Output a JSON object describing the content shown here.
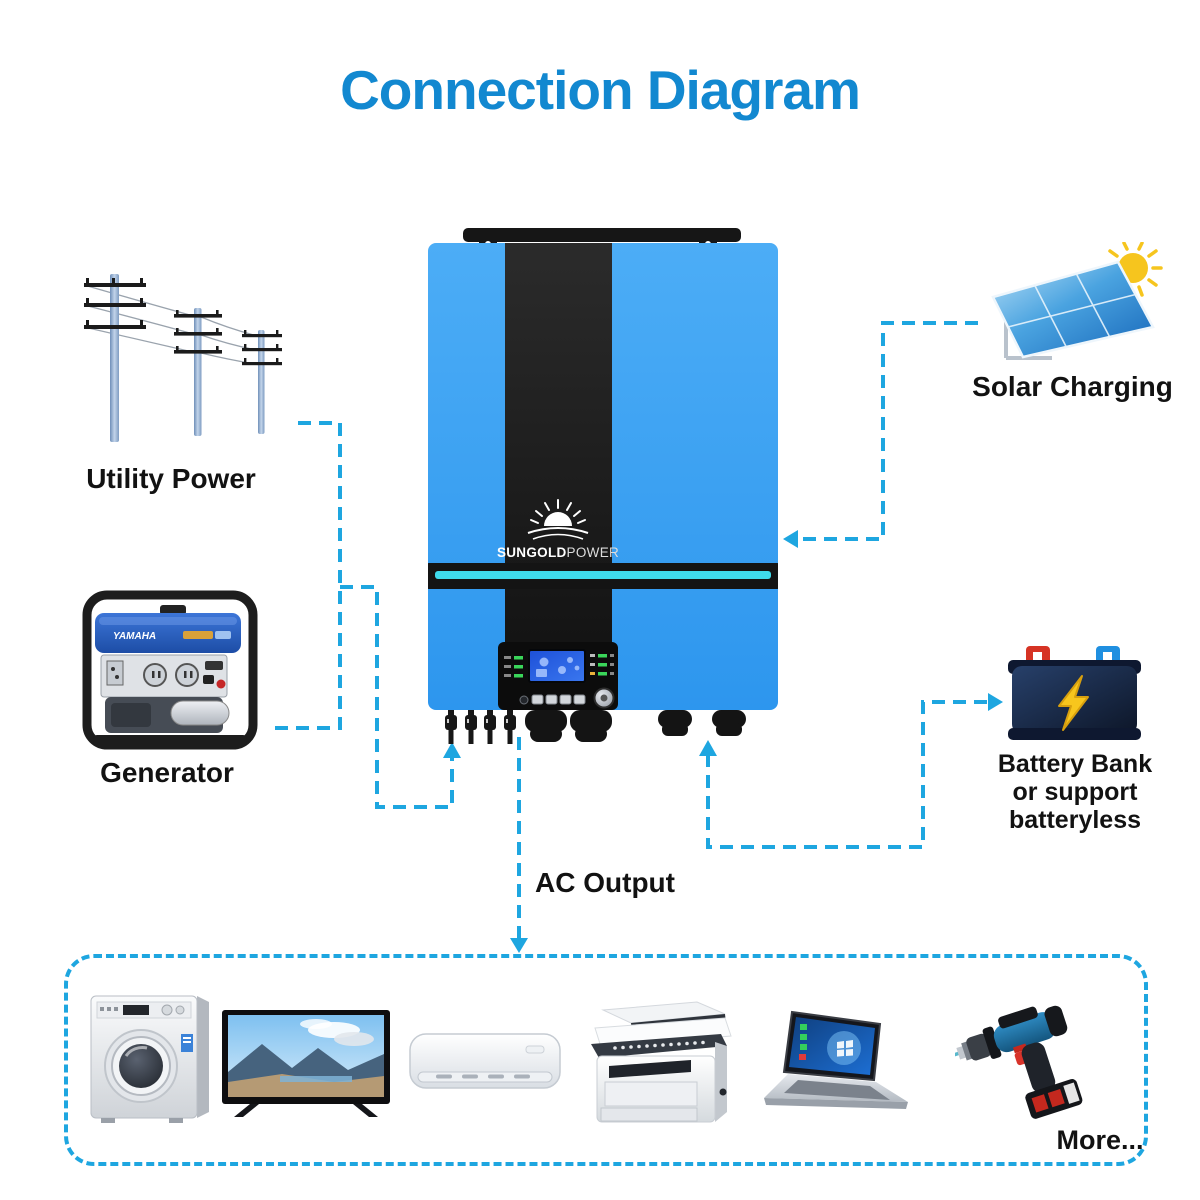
{
  "title": "Connection Diagram",
  "inverter": {
    "brand_bold": "SUNGOLD",
    "brand_light": "POWER"
  },
  "nodes": {
    "utility": {
      "label": "Utility Power"
    },
    "generator": {
      "label": "Generator",
      "brand": "YAMAHA"
    },
    "solar": {
      "label": "Solar Charging"
    },
    "battery": {
      "line1": "Battery Bank",
      "line2": "or  support",
      "line3": "batteryless"
    },
    "ac_output": {
      "label": "AC Output"
    }
  },
  "appliance_box": {
    "more_label": "More...",
    "items": [
      "washing-machine",
      "tv",
      "air-conditioner",
      "printer",
      "laptop",
      "drill"
    ]
  },
  "colors": {
    "accent_line": "#1ea6e0",
    "title_blue": "#1288d0",
    "inverter_blue": "#36a0f2",
    "stripe_cyan": "#3fdbec",
    "label_black": "#121212"
  }
}
